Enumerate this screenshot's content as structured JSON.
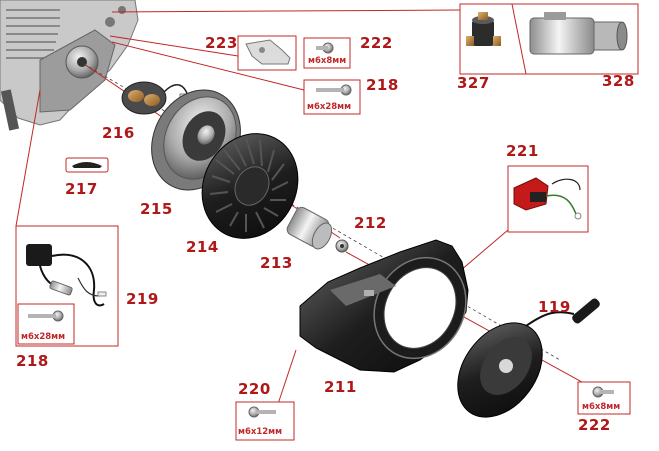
{
  "callouts": {
    "p223": "223",
    "p222a": "222",
    "p218a": "218",
    "p216": "216",
    "p217": "217",
    "p215": "215",
    "p214": "214",
    "p213": "213",
    "p212": "212",
    "p221": "221",
    "p327": "327",
    "p328": "328",
    "p219": "219",
    "p218b": "218",
    "p211": "211",
    "p119": "119",
    "p220": "220",
    "p222b": "222"
  },
  "specs": {
    "s222a": "м6х8мм",
    "s218a": "м6х28мм",
    "s218b": "м6х28мм",
    "s220": "м6х12мм",
    "s222b": "м6х8мм"
  },
  "colors": {
    "leader": "#c0282a",
    "label": "#b01818",
    "box_border": "#c0282a"
  }
}
